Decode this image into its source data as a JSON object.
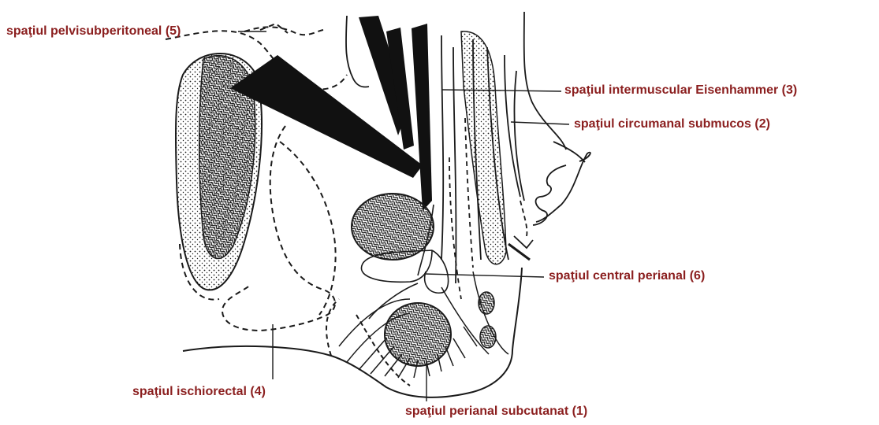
{
  "colors": {
    "label_text": "#8b1f1f",
    "line": "#1a1a1a",
    "background": "#ffffff"
  },
  "labels": {
    "pelvisubperitoneal": "spaţiul pelvisubperitoneal (5)",
    "intermuscular": "spaţiul intermuscular Eisenhammer (3)",
    "circumanal": "spaţiul circumanal submucos (2)",
    "central_perianal": "spaţiul central perianal (6)",
    "ischiorectal": "spaţiul ischiorectal (4)",
    "perianal_subcutanat": "spaţiul perianal subcutanat (1)"
  }
}
